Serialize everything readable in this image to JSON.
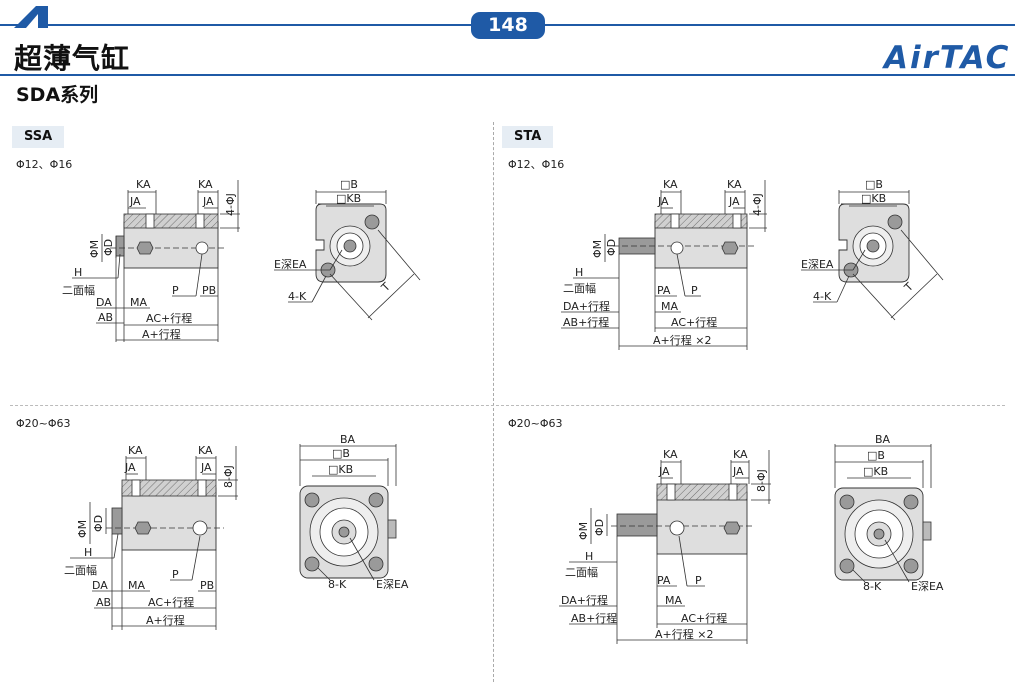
{
  "header": {
    "page_number": "148",
    "title": "超薄气缸",
    "series": "SDA系列",
    "brand": "AirTAC"
  },
  "sections": {
    "ssa": {
      "tag": "SSA",
      "small_size": "Φ12、Φ16",
      "large_size": "Φ20~Φ63"
    },
    "sta": {
      "tag": "STA",
      "small_size": "Φ12、Φ16",
      "large_size": "Φ20~Φ63"
    }
  },
  "labels": {
    "KA": "KA",
    "JA": "JA",
    "J4": "4-ΦJ",
    "J8": "8-ΦJ",
    "M": "ΦM",
    "D": "ΦD",
    "H": "H",
    "flats": "二面幅",
    "DA": "DA",
    "AB": "AB",
    "MA": "MA",
    "P": "P",
    "PB": "PB",
    "PA": "PA",
    "AC": "AC+行程",
    "A": "A+行程",
    "A2": "A+行程 ×2",
    "DA2": "DA+行程",
    "AB2": "AB+行程",
    "B": "□B",
    "KB": "□KB",
    "BA": "BA",
    "EA": "E深EA",
    "K4": "4-K",
    "K8": "8-K",
    "T": "T"
  }
}
